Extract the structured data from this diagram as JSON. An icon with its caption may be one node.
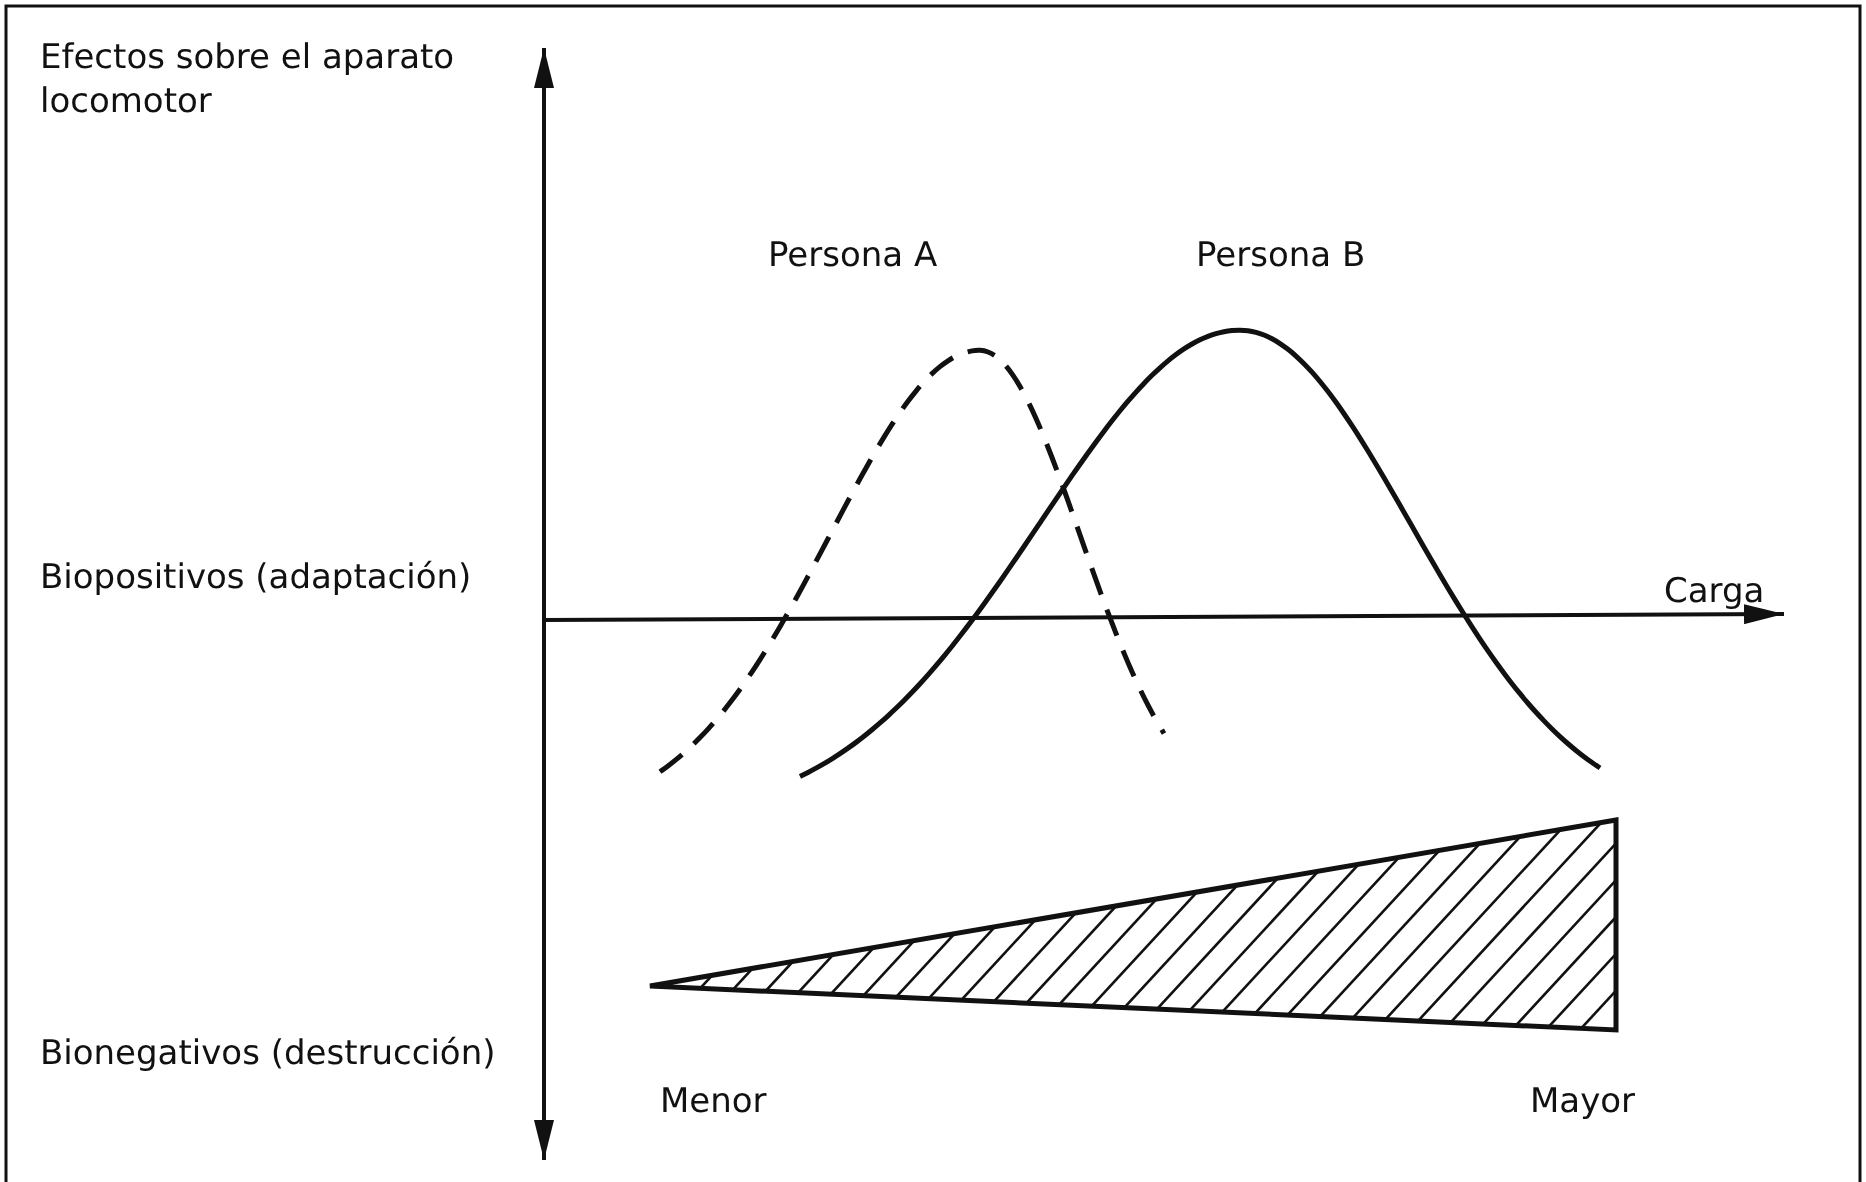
{
  "diagram": {
    "labels": [
      "Efectos sobre el aparato locomotor",
      "Persona A",
      "Persona B",
      "Carga",
      "Biopositivos (adaptación)",
      "Bionegativos (destrucción)",
      "Menor",
      "Mayor"
    ]
  }
}
